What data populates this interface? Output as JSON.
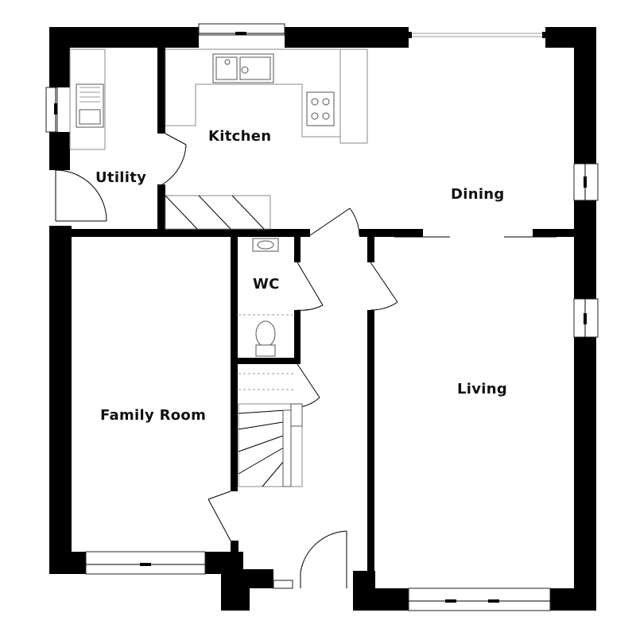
{
  "rooms": {
    "kitchen": "Kitchen",
    "utility": "Utility",
    "dining": "Dining",
    "wc": "WC",
    "family_room": "Family Room",
    "living": "Living"
  },
  "colors": {
    "wall": "#000000",
    "fixture_line": "#555555",
    "counter_line": "#8a8a8a",
    "background": "#ffffff"
  },
  "icons": [
    "door-swing-icon",
    "window-icon",
    "sink-icon",
    "hob-icon",
    "toilet-icon",
    "stair-icon"
  ]
}
